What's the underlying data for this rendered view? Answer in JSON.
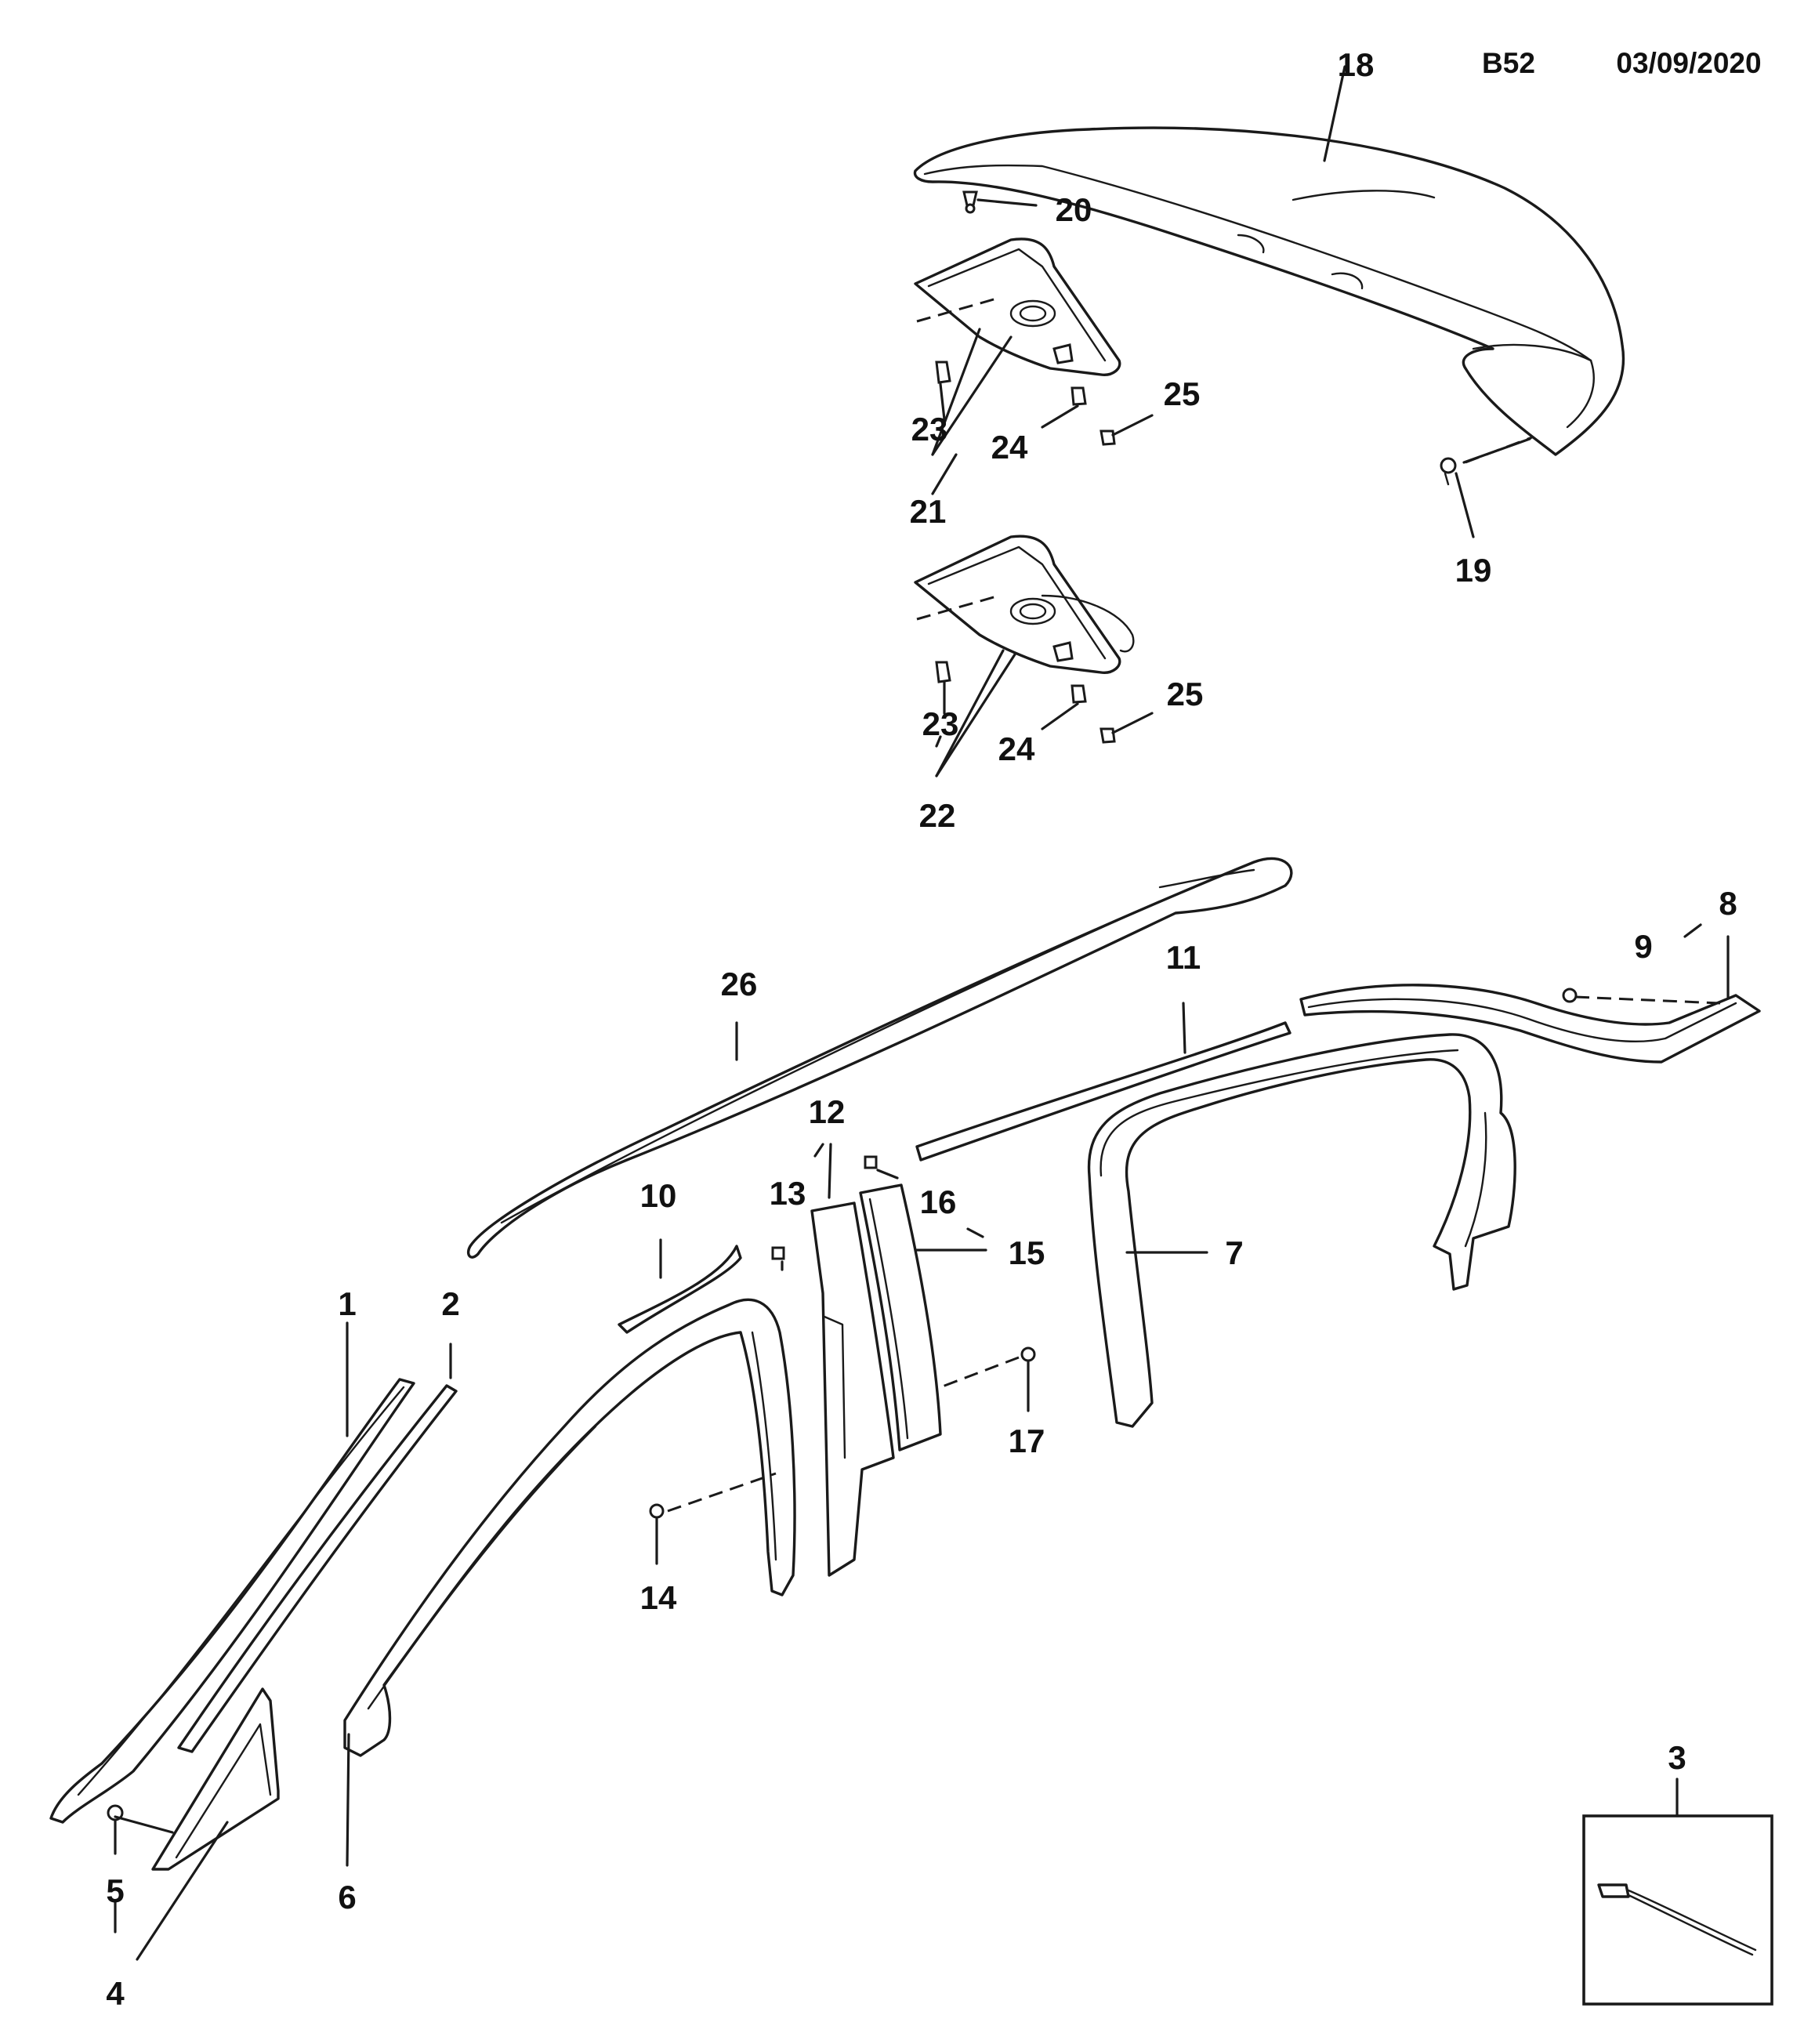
{
  "header": {
    "code": "B52",
    "date": "03/09/2020"
  },
  "callouts": {
    "c1": "1",
    "c2": "2",
    "c3": "3",
    "c4": "4",
    "c5": "5",
    "c6": "6",
    "c7": "7",
    "c8": "8",
    "c9": "9",
    "c10": "10",
    "c11": "11",
    "c12": "12",
    "c13": "13",
    "c14": "14",
    "c15": "15",
    "c16": "16",
    "c17": "17",
    "c18": "18",
    "c19": "19",
    "c20": "20",
    "c21": "21",
    "c22": "22",
    "c23a": "23",
    "c23b": "23",
    "c24a": "24",
    "c24b": "24",
    "c25a": "25",
    "c25b": "25",
    "c26": "26"
  }
}
